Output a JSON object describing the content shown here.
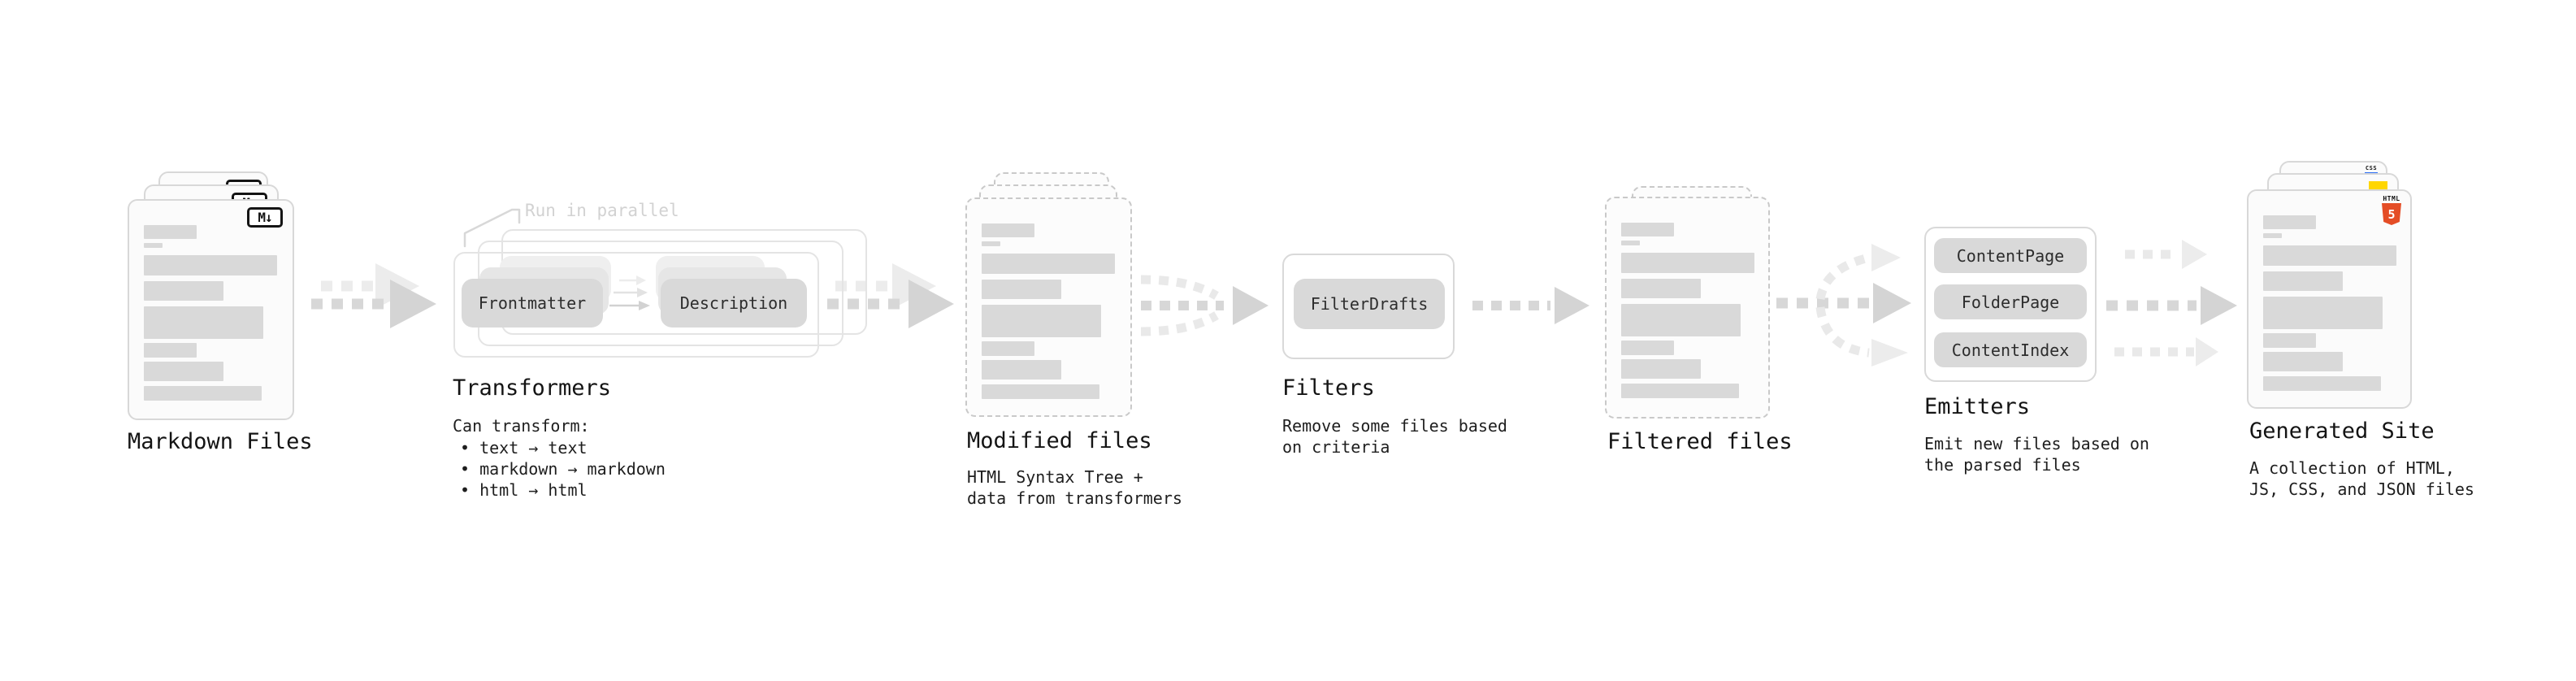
{
  "stages": {
    "markdown": {
      "label": "Markdown Files",
      "badge": "M↓"
    },
    "transformers": {
      "label": "Transformers",
      "annotation": "Run in parallel",
      "pill_left": "Frontmatter",
      "pill_right": "Description",
      "desc_title": "Can transform:",
      "bullets": [
        "• text → text",
        "• markdown → markdown",
        "• html → html"
      ]
    },
    "modified": {
      "label": "Modified files",
      "desc": [
        "HTML Syntax Tree +",
        "data from transformers"
      ]
    },
    "filters": {
      "label": "Filters",
      "pill": "FilterDrafts",
      "desc": [
        "Remove some files based",
        "on criteria"
      ]
    },
    "filtered": {
      "label": "Filtered files"
    },
    "emitters": {
      "label": "Emitters",
      "pills": [
        "ContentPage",
        "FolderPage",
        "ContentIndex"
      ],
      "desc": [
        "Emit new files based on",
        "the parsed files"
      ]
    },
    "generated": {
      "label": "Generated Site",
      "desc": [
        "A collection of HTML,",
        "JS, CSS, and JSON files"
      ],
      "html5_badge": {
        "text": "HTML",
        "number": "5"
      },
      "css_badge": "CSS"
    }
  },
  "colors": {
    "html5_orange": "#e44d26",
    "js_yellow": "#ffd600",
    "css_blue": "#2a6df5",
    "bar_gray": "#d9d9d9",
    "arrow_gray": "#d6d6d6",
    "arrow_light": "#ececec"
  }
}
